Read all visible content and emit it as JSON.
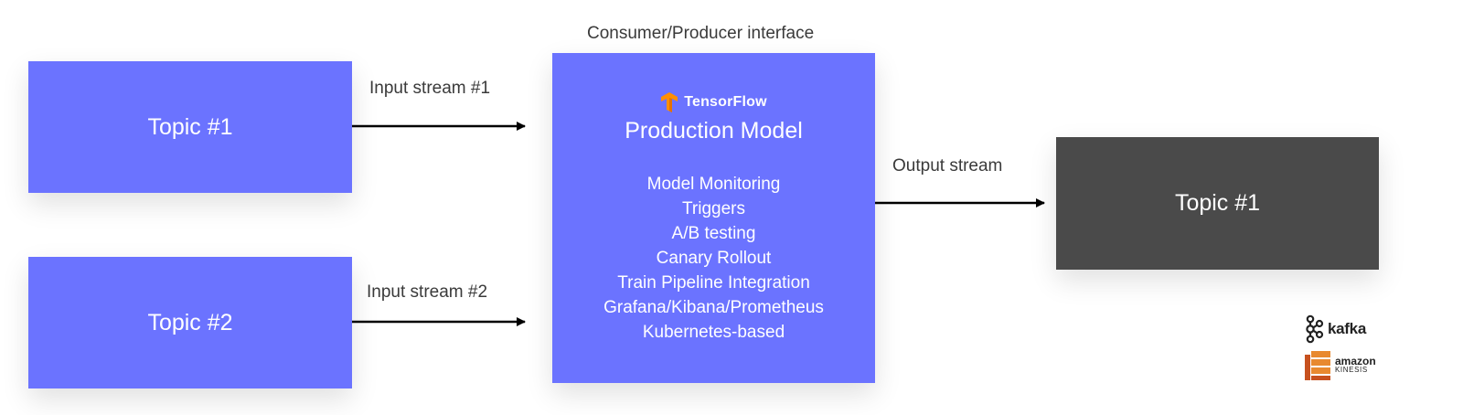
{
  "interface_caption": "Consumer/Producer interface",
  "inputs": [
    {
      "topic": "Topic #1",
      "stream": "Input stream #1"
    },
    {
      "topic": "Topic #2",
      "stream": "Input stream #2"
    }
  ],
  "model": {
    "framework": "TensorFlow",
    "title": "Production Model",
    "features": [
      "Model Monitoring",
      "Triggers",
      "A/B testing",
      "Canary Rollout",
      "Train Pipeline Integration",
      "Grafana/Kibana/Prometheus",
      "Kubernetes-based"
    ]
  },
  "output": {
    "stream": "Output stream",
    "topic": "Topic #1"
  },
  "logos": {
    "kafka": "kafka",
    "kinesis_top": "amazon",
    "kinesis_bottom": "KINESIS"
  },
  "colors": {
    "input_box": "#6b73ff",
    "model_box": "#6b73ff",
    "output_box": "#4a4a4a",
    "tensorflow": "#ff8f00",
    "kinesis": "#e8892f"
  }
}
